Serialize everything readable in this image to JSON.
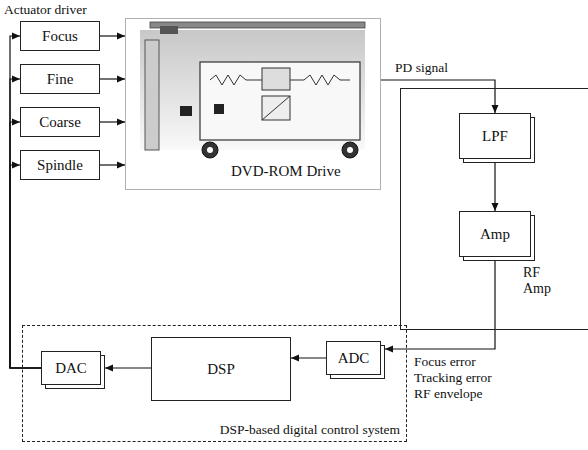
{
  "diagram": {
    "nodes": [
      {
        "text": [
          "Focus"
        ]
      },
      {
        "text": [
          "Fine"
        ]
      },
      {
        "text": [
          "Coarse"
        ]
      },
      {
        "text": [
          "Spindle"
        ]
      },
      {
        "text": [
          "DVD-ROM Drive"
        ]
      },
      {
        "text": [
          "RF Amp"
        ]
      },
      {
        "text": [
          "LPF"
        ],
        "in": 5
      },
      {
        "text": [
          "Amp"
        ],
        "in": 5
      },
      {
        "text": [
          "DSP-based digital control system"
        ]
      },
      {
        "text": [
          "DAC"
        ],
        "in": 8
      },
      {
        "text": [
          "DSP"
        ],
        "in": 8
      },
      {
        "text": [
          "ADC"
        ],
        "in": 8
      }
    ],
    "edges": [
      {
        "from": 0,
        "to": 4,
        "arrow": "to"
      },
      {
        "from": 1,
        "to": 4,
        "arrow": "to"
      },
      {
        "from": 2,
        "to": 4,
        "arrow": "to"
      },
      {
        "from": 3,
        "to": 4,
        "arrow": "to"
      },
      {
        "from": 4,
        "to": 6,
        "label": "PD signal",
        "arrow": "to"
      },
      {
        "from": 6,
        "to": 7,
        "arrow": "to"
      },
      {
        "from": 7,
        "to": 11,
        "arrow": "to"
      },
      {
        "from": 11,
        "to": 10,
        "arrow": "to"
      },
      {
        "from": 10,
        "to": 9,
        "arrow": "to"
      },
      {
        "from": 9,
        "to": 0,
        "arrow": "to"
      },
      {
        "from": 9,
        "to": 1,
        "arrow": "to"
      },
      {
        "from": 9,
        "to": 2,
        "arrow": "to"
      },
      {
        "from": 9,
        "to": 3,
        "arrow": "to"
      }
    ],
    "labels": [
      "Actuator driver",
      "Focus error",
      "Tracking error",
      "RF envelope"
    ]
  }
}
